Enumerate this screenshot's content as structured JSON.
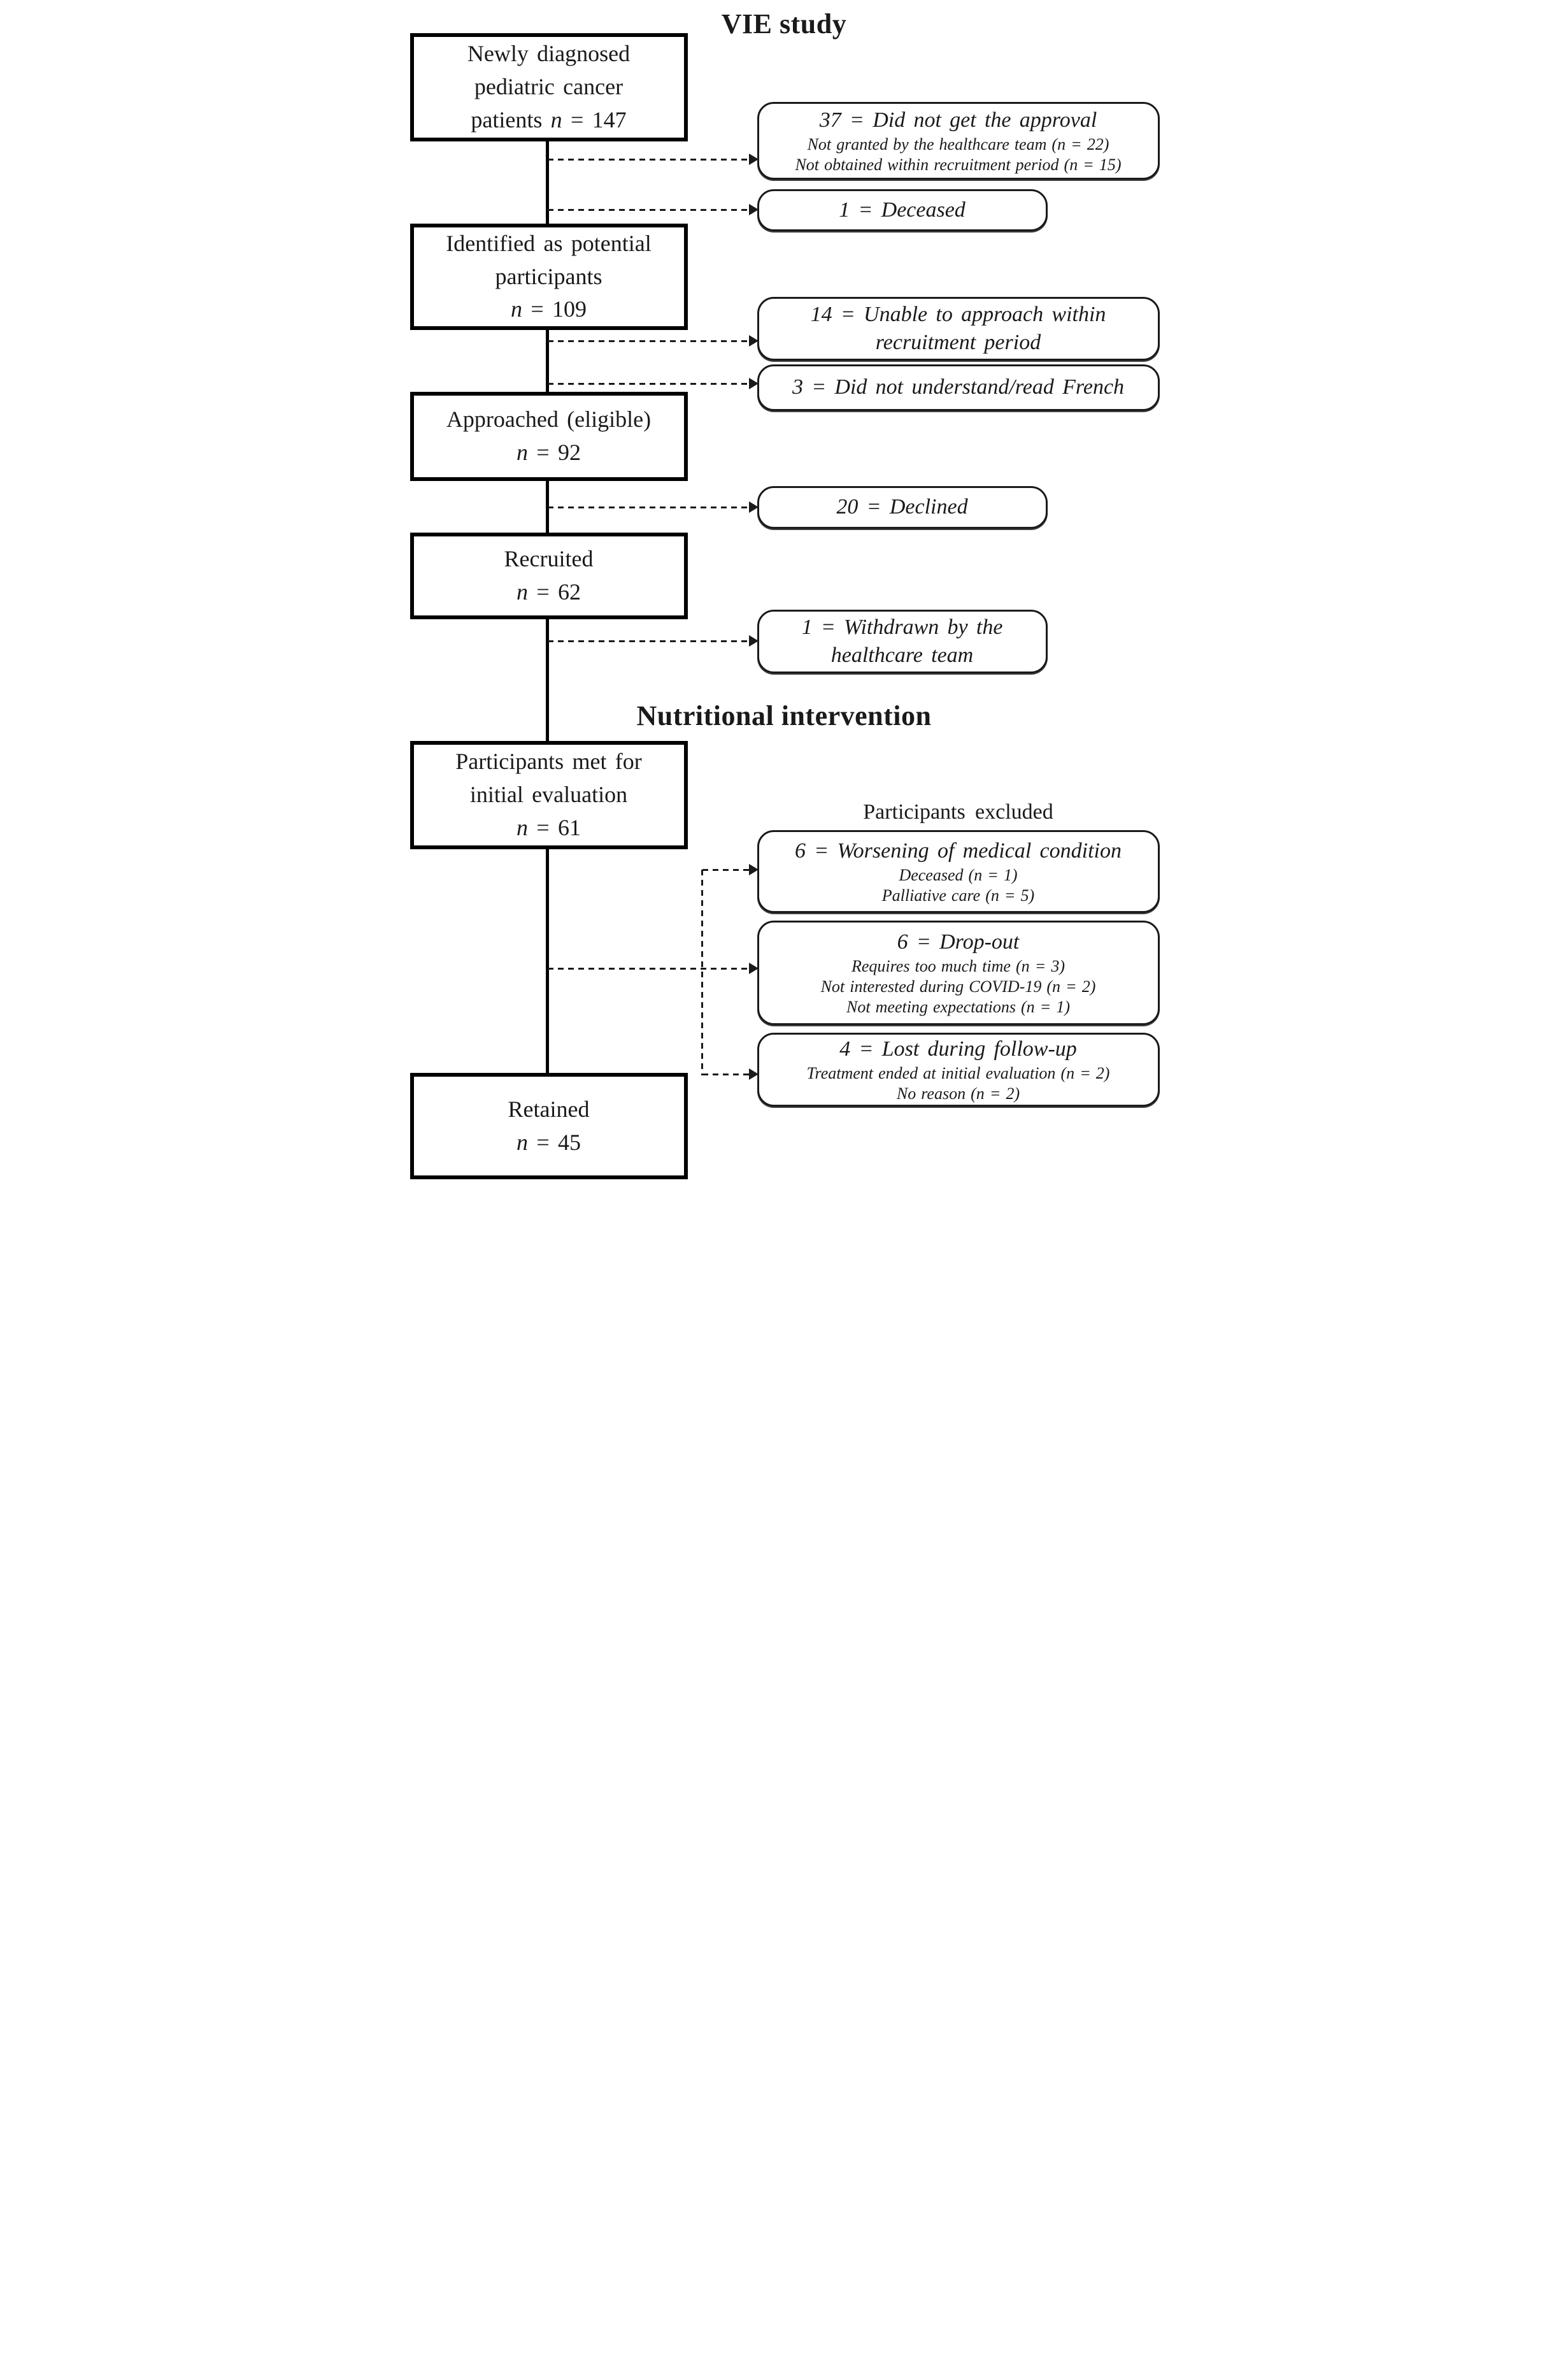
{
  "titles": {
    "study": "VIE study",
    "intervention": "Nutritional intervention"
  },
  "labels": {
    "excluded_header": "Participants excluded",
    "n_symbol": "n"
  },
  "colors": {
    "ink": "#1a1a1a",
    "background": "#ffffff"
  },
  "main_boxes": [
    {
      "id": "newly-diagnosed",
      "lines": [
        "Newly diagnosed",
        "pediatric cancer"
      ],
      "count_prefix": "patients ",
      "count_suffix": " = 147"
    },
    {
      "id": "identified",
      "lines": [
        "Identified as potential",
        "participants"
      ],
      "count_prefix": "",
      "count_suffix": " = 109"
    },
    {
      "id": "approached",
      "lines": [
        "Approached (eligible)"
      ],
      "count_prefix": "",
      "count_suffix": " = 92"
    },
    {
      "id": "recruited",
      "lines": [
        "Recruited"
      ],
      "count_prefix": "",
      "count_suffix": " = 62"
    },
    {
      "id": "initial-evaluation",
      "lines": [
        "Participants met for",
        "initial evaluation"
      ],
      "count_prefix": "",
      "count_suffix": " = 61"
    },
    {
      "id": "retained",
      "lines": [
        "Retained"
      ],
      "count_prefix": "",
      "count_suffix": " = 45"
    }
  ],
  "side_boxes": [
    {
      "id": "no-approval",
      "headline1": "37 = Did not get the approval",
      "headline2": "",
      "subs": [
        "Not granted by the healthcare team (n = 22)",
        "Not obtained within recruitment period (n = 15)"
      ]
    },
    {
      "id": "deceased",
      "headline1": "1 = Deceased",
      "headline2": "",
      "subs": []
    },
    {
      "id": "unable-approach",
      "headline1": "14 = Unable to approach within",
      "headline2": "recruitment period",
      "subs": []
    },
    {
      "id": "french",
      "headline1": "3 = Did not understand/read French",
      "headline2": "",
      "subs": []
    },
    {
      "id": "declined",
      "headline1": "20 = Declined",
      "headline2": "",
      "subs": []
    },
    {
      "id": "withdrawn",
      "headline1": "1 = Withdrawn by the",
      "headline2": "healthcare team",
      "subs": []
    },
    {
      "id": "worsening",
      "headline1": "6 = Worsening of medical condition",
      "headline2": "",
      "subs": [
        "Deceased (n = 1)",
        "Palliative care (n = 5)"
      ]
    },
    {
      "id": "dropout",
      "headline1": "6 = Drop-out",
      "headline2": "",
      "subs": [
        "Requires too much time (n = 3)",
        "Not interested during COVID-19 (n = 2)",
        "Not meeting expectations (n = 1)"
      ]
    },
    {
      "id": "lost-followup",
      "headline1": "4 = Lost during follow-up",
      "headline2": "",
      "subs": [
        "Treatment ended at initial evaluation (n = 2)",
        "No reason (n = 2)"
      ]
    }
  ]
}
